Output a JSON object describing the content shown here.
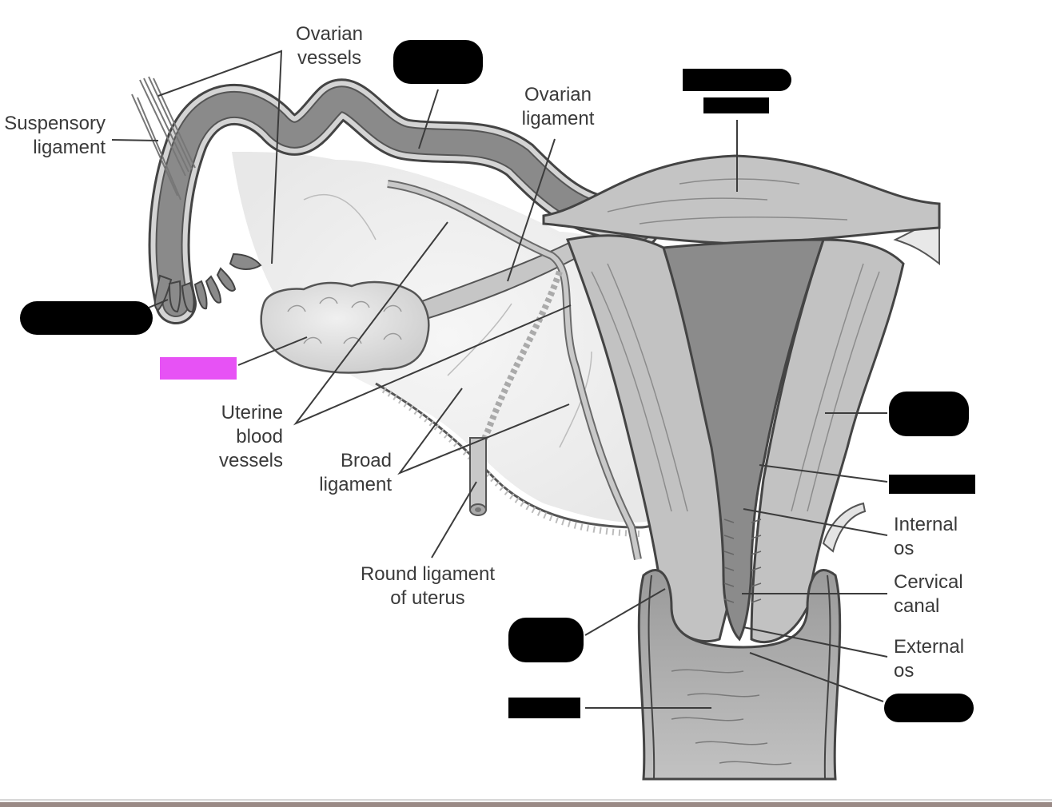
{
  "diagram": {
    "title": "Female reproductive organs - posterior view (worksheet with redacted labels)",
    "colors": {
      "background": "#ffffff",
      "label_text": "#3a3a3a",
      "leader_line": "#3c3c3c",
      "tube_dark": "#7a7a7a",
      "tissue_mid": "#b9b9b9",
      "tissue_light": "#d6d6d6",
      "cavity": "#8a8a8a",
      "redaction": "#000000",
      "highlight_box": "#e752f5"
    },
    "labels": [
      {
        "id": "ovarian-vessels",
        "text": "Ovarian\nvessels"
      },
      {
        "id": "suspensory-ligament",
        "text": "Suspensory\nligament"
      },
      {
        "id": "ovarian-ligament",
        "text": "Ovarian\nligament"
      },
      {
        "id": "uterine-blood-vessels",
        "text": "Uterine\nblood\nvessels"
      },
      {
        "id": "broad-ligament",
        "text": "Broad\nligament"
      },
      {
        "id": "round-ligament",
        "text": "Round ligament\nof uterus"
      },
      {
        "id": "internal-os",
        "text": "Internal\nos"
      },
      {
        "id": "cervical-canal",
        "text": "Cervical\ncanal"
      },
      {
        "id": "external-os",
        "text": "External\nos"
      }
    ],
    "redacted_labels": [
      {
        "id": "uterine-tube",
        "position": "top-center"
      },
      {
        "id": "fundus-of-uterus",
        "position": "top-right"
      },
      {
        "id": "fimbriae",
        "position": "left"
      },
      {
        "id": "ovary",
        "position": "left-highlighted",
        "highlight": true
      },
      {
        "id": "myometrium",
        "position": "right-upper"
      },
      {
        "id": "endometrium",
        "position": "right-middle"
      },
      {
        "id": "lateral-fornix",
        "position": "bottom-center"
      },
      {
        "id": "vagina",
        "position": "bottom-center-low"
      },
      {
        "id": "cervix",
        "position": "bottom-right"
      }
    ]
  }
}
